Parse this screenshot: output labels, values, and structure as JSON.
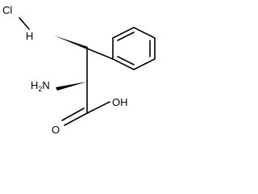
{
  "structure": {
    "salt": {
      "chlorine": "Cl",
      "hydrogen": "H"
    },
    "amine": {
      "prefix": "H",
      "subscript": "2",
      "suffix": "N"
    },
    "acid_group": "OH",
    "carbonyl_oxygen": "O"
  },
  "colors": {
    "bond": "#000000",
    "text": "#000000",
    "background": "#ffffff"
  }
}
